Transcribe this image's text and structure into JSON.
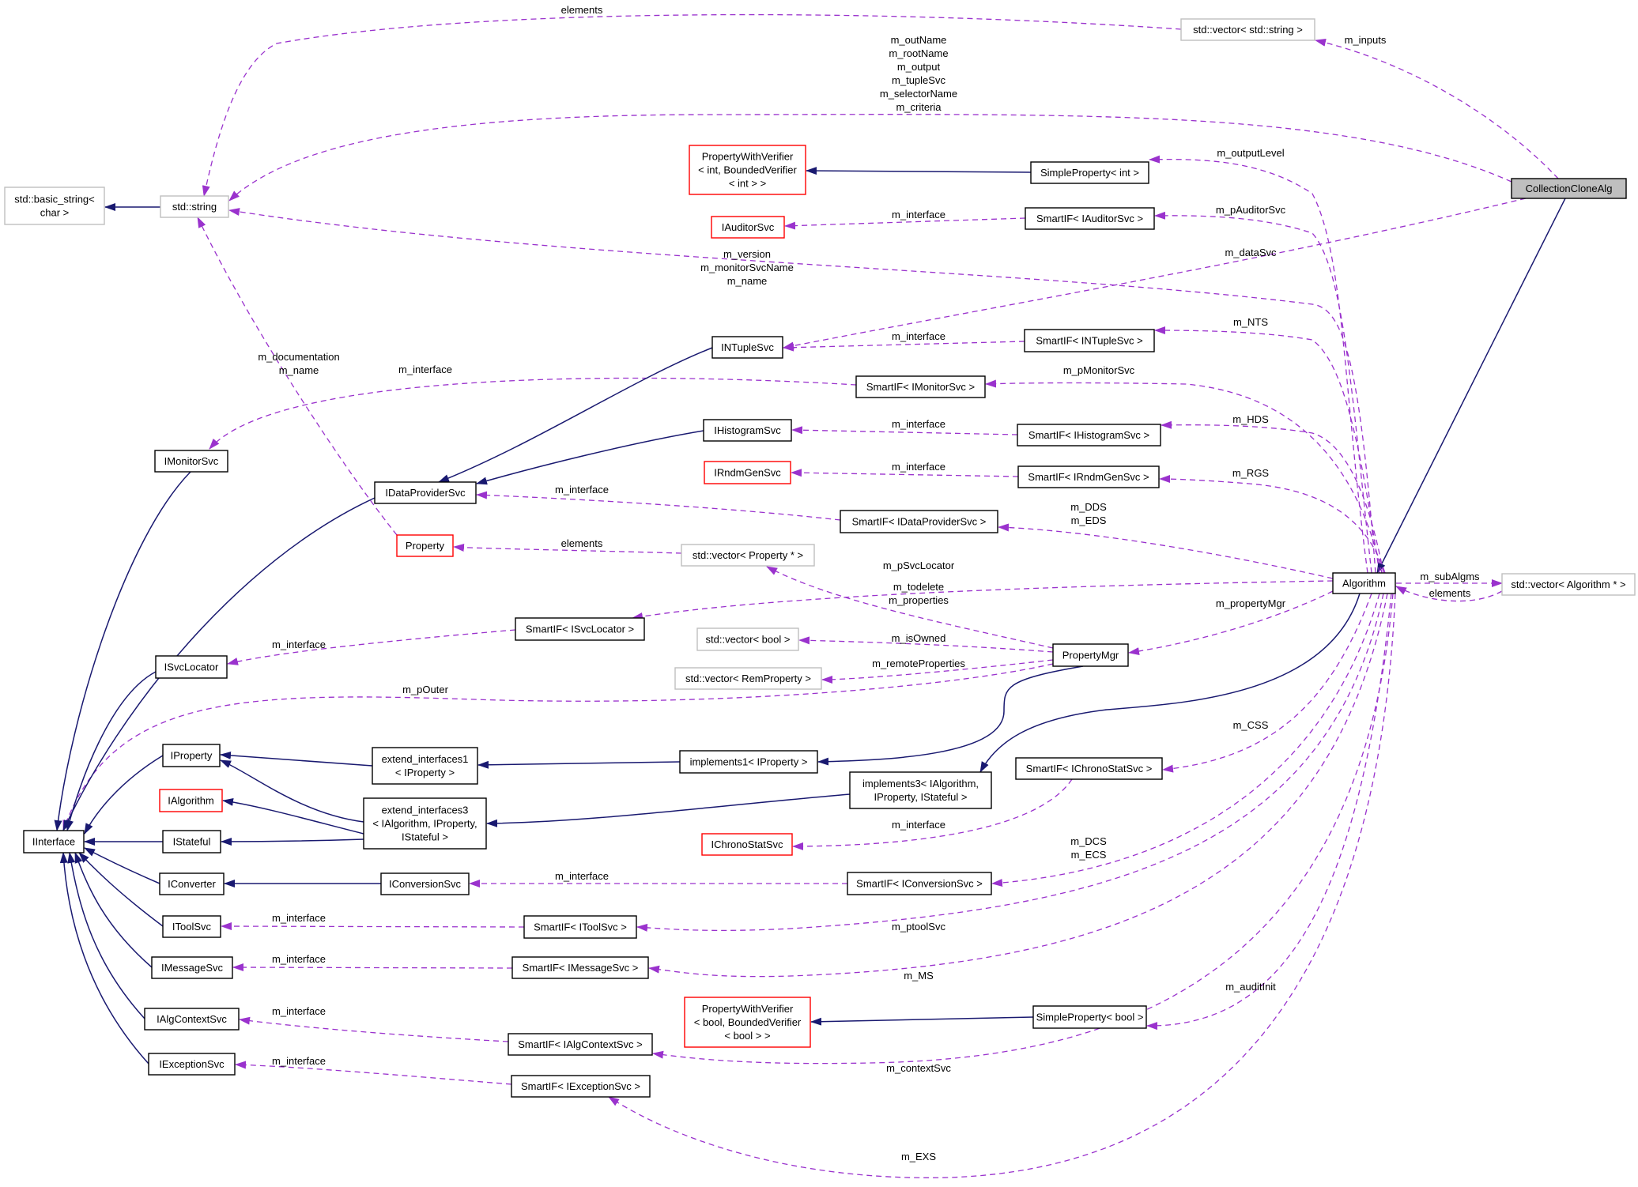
{
  "nodes": [
    {
      "id": "CollectionCloneAlg",
      "lines": [
        "CollectionCloneAlg"
      ],
      "style": "focus"
    },
    {
      "id": "Algorithm",
      "lines": [
        "Algorithm"
      ],
      "style": "black"
    },
    {
      "id": "vec_string",
      "lines": [
        "std::vector< std::string >"
      ],
      "style": "gray"
    },
    {
      "id": "std_string",
      "lines": [
        "std::string"
      ],
      "style": "gray"
    },
    {
      "id": "basic_string",
      "lines": [
        "std::basic_string<",
        "char >"
      ],
      "style": "gray"
    },
    {
      "id": "PWV_int",
      "lines": [
        "PropertyWithVerifier",
        "< int, BoundedVerifier",
        "< int > >"
      ],
      "style": "red"
    },
    {
      "id": "SP_int",
      "lines": [
        "SimpleProperty< int >"
      ],
      "style": "black"
    },
    {
      "id": "IAuditorSvc",
      "lines": [
        "IAuditorSvc"
      ],
      "style": "red"
    },
    {
      "id": "SIF_IAuditorSvc",
      "lines": [
        "SmartIF< IAuditorSvc >"
      ],
      "style": "black"
    },
    {
      "id": "INTupleSvc",
      "lines": [
        "INTupleSvc"
      ],
      "style": "black"
    },
    {
      "id": "SIF_INTupleSvc",
      "lines": [
        "SmartIF< INTupleSvc >"
      ],
      "style": "black"
    },
    {
      "id": "SIF_IMonitorSvc",
      "lines": [
        "SmartIF< IMonitorSvc >"
      ],
      "style": "black"
    },
    {
      "id": "IHistogramSvc",
      "lines": [
        "IHistogramSvc"
      ],
      "style": "black"
    },
    {
      "id": "SIF_IHistogramSvc",
      "lines": [
        "SmartIF< IHistogramSvc >"
      ],
      "style": "black"
    },
    {
      "id": "IRndmGenSvc",
      "lines": [
        "IRndmGenSvc"
      ],
      "style": "red"
    },
    {
      "id": "SIF_IRndmGenSvc",
      "lines": [
        "SmartIF< IRndmGenSvc >"
      ],
      "style": "black"
    },
    {
      "id": "IMonitorSvc",
      "lines": [
        "IMonitorSvc"
      ],
      "style": "black"
    },
    {
      "id": "IDataProviderSvc",
      "lines": [
        "IDataProviderSvc"
      ],
      "style": "black"
    },
    {
      "id": "SIF_IDataProviderSvc",
      "lines": [
        "SmartIF< IDataProviderSvc >"
      ],
      "style": "black"
    },
    {
      "id": "Property",
      "lines": [
        "Property"
      ],
      "style": "red"
    },
    {
      "id": "vec_Property",
      "lines": [
        "std::vector< Property * >"
      ],
      "style": "gray"
    },
    {
      "id": "vec_Algorithm",
      "lines": [
        "std::vector< Algorithm * >"
      ],
      "style": "gray"
    },
    {
      "id": "SIF_ISvcLocator",
      "lines": [
        "SmartIF< ISvcLocator >"
      ],
      "style": "black"
    },
    {
      "id": "vec_bool",
      "lines": [
        "std::vector< bool >"
      ],
      "style": "gray"
    },
    {
      "id": "PropertyMgr",
      "lines": [
        "PropertyMgr"
      ],
      "style": "black"
    },
    {
      "id": "vec_RemProperty",
      "lines": [
        "std::vector< RemProperty >"
      ],
      "style": "gray"
    },
    {
      "id": "ISvcLocator",
      "lines": [
        "ISvcLocator"
      ],
      "style": "black"
    },
    {
      "id": "IProperty",
      "lines": [
        "IProperty"
      ],
      "style": "black"
    },
    {
      "id": "ext_if1",
      "lines": [
        "extend_interfaces1",
        "< IProperty >"
      ],
      "style": "black"
    },
    {
      "id": "impl1",
      "lines": [
        "implements1< IProperty >"
      ],
      "style": "black"
    },
    {
      "id": "impl3",
      "lines": [
        "implements3< IAlgorithm,",
        "IProperty, IStateful >"
      ],
      "style": "black"
    },
    {
      "id": "SIF_IChronoStatSvc",
      "lines": [
        "SmartIF< IChronoStatSvc >"
      ],
      "style": "black"
    },
    {
      "id": "IAlgorithm",
      "lines": [
        "IAlgorithm"
      ],
      "style": "red"
    },
    {
      "id": "ext_if3",
      "lines": [
        "extend_interfaces3",
        "< IAlgorithm, IProperty,",
        "IStateful >"
      ],
      "style": "black"
    },
    {
      "id": "IInterface",
      "lines": [
        "IInterface"
      ],
      "style": "black"
    },
    {
      "id": "IStateful",
      "lines": [
        "IStateful"
      ],
      "style": "black"
    },
    {
      "id": "IChronoStatSvc",
      "lines": [
        "IChronoStatSvc"
      ],
      "style": "red"
    },
    {
      "id": "IConverter",
      "lines": [
        "IConverter"
      ],
      "style": "black"
    },
    {
      "id": "IConversionSvc",
      "lines": [
        "IConversionSvc"
      ],
      "style": "black"
    },
    {
      "id": "SIF_IConversionSvc",
      "lines": [
        "SmartIF< IConversionSvc >"
      ],
      "style": "black"
    },
    {
      "id": "IToolSvc",
      "lines": [
        "IToolSvc"
      ],
      "style": "black"
    },
    {
      "id": "SIF_IToolSvc",
      "lines": [
        "SmartIF< IToolSvc >"
      ],
      "style": "black"
    },
    {
      "id": "IMessageSvc",
      "lines": [
        "IMessageSvc"
      ],
      "style": "black"
    },
    {
      "id": "SIF_IMessageSvc",
      "lines": [
        "SmartIF< IMessageSvc >"
      ],
      "style": "black"
    },
    {
      "id": "PWV_bool",
      "lines": [
        "PropertyWithVerifier",
        "< bool, BoundedVerifier",
        "< bool > >"
      ],
      "style": "red"
    },
    {
      "id": "SP_bool",
      "lines": [
        "SimpleProperty< bool >"
      ],
      "style": "black"
    },
    {
      "id": "IAlgContextSvc",
      "lines": [
        "IAlgContextSvc"
      ],
      "style": "black"
    },
    {
      "id": "SIF_IAlgContextSvc",
      "lines": [
        "SmartIF< IAlgContextSvc >"
      ],
      "style": "black"
    },
    {
      "id": "IExceptionSvc",
      "lines": [
        "IExceptionSvc"
      ],
      "style": "black"
    },
    {
      "id": "SIF_IExceptionSvc",
      "lines": [
        "SmartIF< IExceptionSvc >"
      ],
      "style": "black"
    }
  ],
  "edge_labels": [
    {
      "id": "elements_vecstring",
      "lines": [
        "elements"
      ]
    },
    {
      "id": "m_inputs",
      "lines": [
        "m_inputs"
      ]
    },
    {
      "id": "m_names_block",
      "lines": [
        "m_outName",
        "m_rootName",
        "m_output",
        "m_tupleSvc",
        "m_selectorName",
        "m_criteria"
      ]
    },
    {
      "id": "m_outputLevel",
      "lines": [
        "m_outputLevel"
      ]
    },
    {
      "id": "m_interface_auditor",
      "lines": [
        "m_interface"
      ]
    },
    {
      "id": "m_pAuditorSvc",
      "lines": [
        "m_pAuditorSvc"
      ]
    },
    {
      "id": "m_version_block",
      "lines": [
        "m_version",
        "m_monitorSvcName",
        "m_name"
      ]
    },
    {
      "id": "m_dataSvc",
      "lines": [
        "m_dataSvc"
      ]
    },
    {
      "id": "m_interface_ntuple",
      "lines": [
        "m_interface"
      ]
    },
    {
      "id": "m_NTS",
      "lines": [
        "m_NTS"
      ]
    },
    {
      "id": "m_doc_block",
      "lines": [
        "m_documentation",
        "m_name"
      ]
    },
    {
      "id": "m_interface_monitor",
      "lines": [
        "m_interface"
      ]
    },
    {
      "id": "m_pMonitorSvc",
      "lines": [
        "m_pMonitorSvc"
      ]
    },
    {
      "id": "m_interface_hist",
      "lines": [
        "m_interface"
      ]
    },
    {
      "id": "m_HDS",
      "lines": [
        "m_HDS"
      ]
    },
    {
      "id": "m_interface_rndm",
      "lines": [
        "m_interface"
      ]
    },
    {
      "id": "m_RGS",
      "lines": [
        "m_RGS"
      ]
    },
    {
      "id": "m_interface_dataprov",
      "lines": [
        "m_interface"
      ]
    },
    {
      "id": "m_DDS_EDS",
      "lines": [
        "m_DDS",
        "m_EDS"
      ]
    },
    {
      "id": "elements_property",
      "lines": [
        "elements"
      ]
    },
    {
      "id": "m_pSvcLocator",
      "lines": [
        "m_pSvcLocator"
      ]
    },
    {
      "id": "m_subAlgms",
      "lines": [
        "m_subAlgms"
      ]
    },
    {
      "id": "elements_alg",
      "lines": [
        "elements"
      ]
    },
    {
      "id": "m_todelete_block",
      "lines": [
        "m_todelete",
        "m_properties"
      ]
    },
    {
      "id": "m_propertyMgr",
      "lines": [
        "m_propertyMgr"
      ]
    },
    {
      "id": "m_interface_svcloc",
      "lines": [
        "m_interface"
      ]
    },
    {
      "id": "m_isOwned",
      "lines": [
        "m_isOwned"
      ]
    },
    {
      "id": "m_remoteProperties",
      "lines": [
        "m_remoteProperties"
      ]
    },
    {
      "id": "m_pOuter",
      "lines": [
        "m_pOuter"
      ]
    },
    {
      "id": "m_CSS",
      "lines": [
        "m_CSS"
      ]
    },
    {
      "id": "m_interface_chrono",
      "lines": [
        "m_interface"
      ]
    },
    {
      "id": "m_DCS_ECS",
      "lines": [
        "m_DCS",
        "m_ECS"
      ]
    },
    {
      "id": "m_interface_conv",
      "lines": [
        "m_interface"
      ]
    },
    {
      "id": "m_interface_tool",
      "lines": [
        "m_interface"
      ]
    },
    {
      "id": "m_ptoolSvc",
      "lines": [
        "m_ptoolSvc"
      ]
    },
    {
      "id": "m_interface_msg",
      "lines": [
        "m_interface"
      ]
    },
    {
      "id": "m_MS",
      "lines": [
        "m_MS"
      ]
    },
    {
      "id": "m_auditInit",
      "lines": [
        "m_auditInit"
      ]
    },
    {
      "id": "m_interface_algctx",
      "lines": [
        "m_interface"
      ]
    },
    {
      "id": "m_contextSvc",
      "lines": [
        "m_contextSvc"
      ]
    },
    {
      "id": "m_interface_exc",
      "lines": [
        "m_interface"
      ]
    },
    {
      "id": "m_EXS",
      "lines": [
        "m_EXS"
      ]
    }
  ],
  "colors": {
    "inheritance_edge": "#191970",
    "usage_edge": "#9a32cd",
    "focus_fill": "#bfbfbf",
    "red_border": "#ff0000",
    "gray_border": "#bfbfbf"
  }
}
